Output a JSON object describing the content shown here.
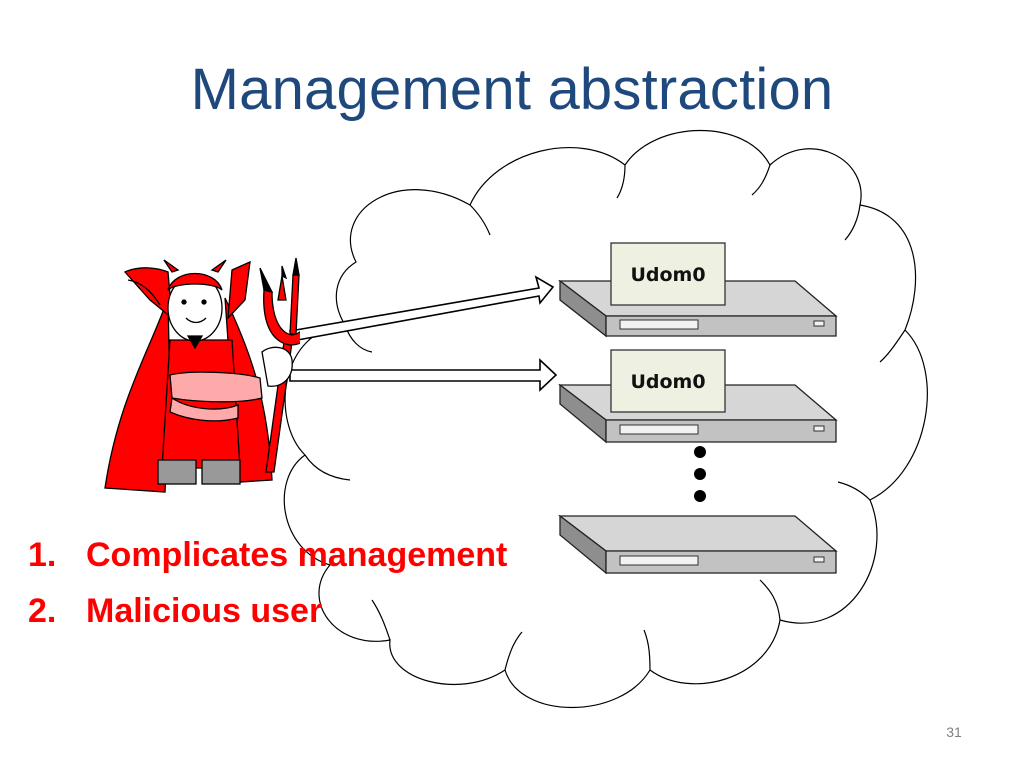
{
  "title": "Management abstraction",
  "servers": [
    {
      "label": "Udom0"
    },
    {
      "label": "Udom0"
    },
    {
      "label": ""
    }
  ],
  "points": [
    {
      "number": "1.",
      "text": "Complicates management"
    },
    {
      "number": "2.",
      "text": "Malicious user"
    }
  ],
  "page_number": "31",
  "colors": {
    "title": "#1f497d",
    "points": "#ff0000",
    "devil": "#ff0000",
    "server": "#c0c0c0",
    "dom0_box": "#eef0e1"
  },
  "icons": [
    "devil-figure-icon",
    "cloud-icon",
    "server-icon",
    "arrow-icon"
  ]
}
